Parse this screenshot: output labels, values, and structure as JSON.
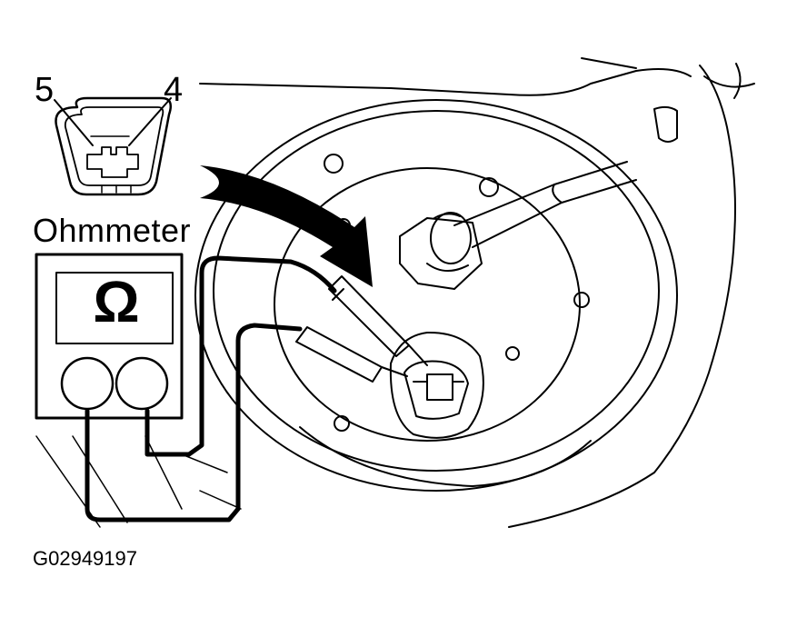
{
  "labels": {
    "pin_left": "5",
    "pin_right": "4",
    "meter_title": "Ohmmeter",
    "meter_symbol": "Ω",
    "figure_id": "G02949197"
  },
  "colors": {
    "line": "#000000",
    "background": "#ffffff"
  }
}
